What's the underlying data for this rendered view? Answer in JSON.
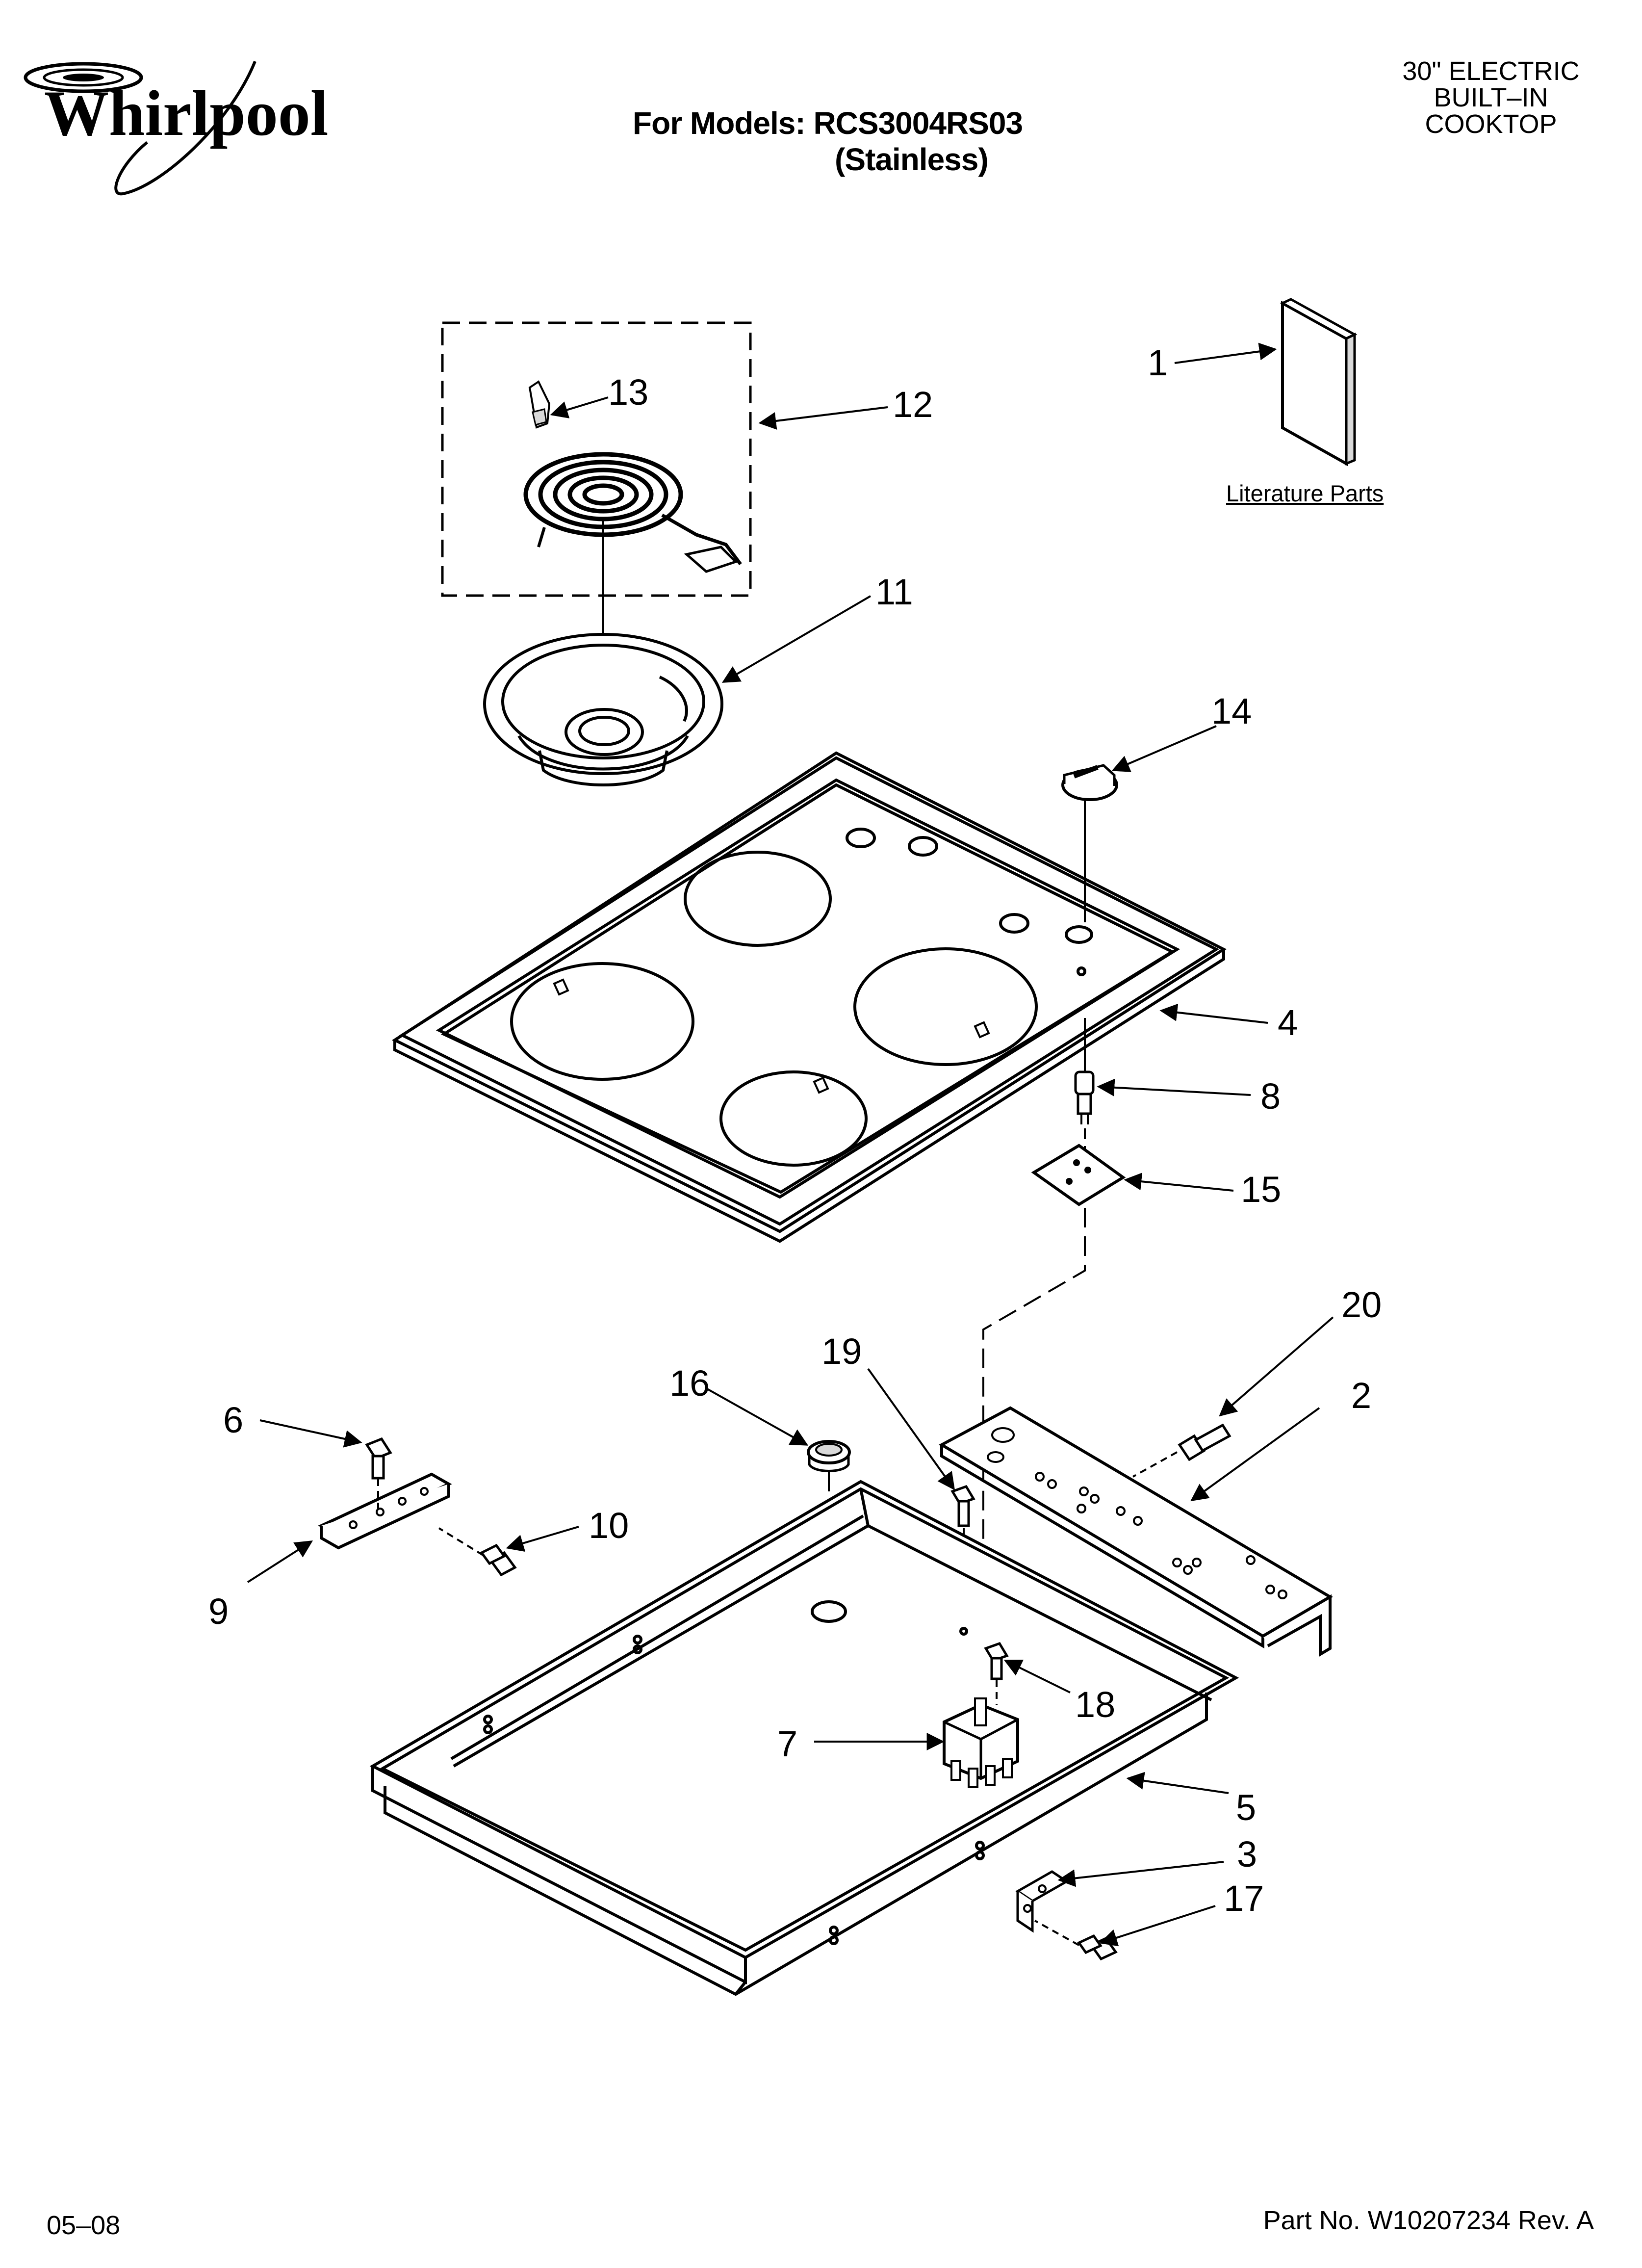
{
  "header": {
    "brand": "Whirlpool",
    "models_line1": "For Models: RCS3004RS03",
    "models_line2": "(Stainless)",
    "product_line1": "30\" ELECTRIC",
    "product_line2": "BUILT–IN",
    "product_line3": "COOKTOP"
  },
  "literature_label": "Literature Parts",
  "callouts": {
    "c1": "1",
    "c2": "2",
    "c3": "3",
    "c4": "4",
    "c5": "5",
    "c6": "6",
    "c7": "7",
    "c8": "8",
    "c9": "9",
    "c10": "10",
    "c11": "11",
    "c12": "12",
    "c13": "13",
    "c14": "14",
    "c15": "15",
    "c16": "16",
    "c17": "17",
    "c18": "18",
    "c19": "19",
    "c20": "20"
  },
  "footer": {
    "date": "05–08",
    "part_no": "Part No. W10207234 Rev. A"
  },
  "colors": {
    "ink": "#000000",
    "paper": "#ffffff",
    "shade": "#d9d9d9"
  }
}
